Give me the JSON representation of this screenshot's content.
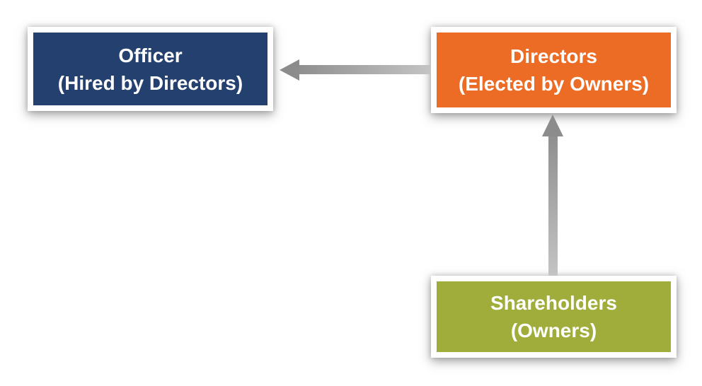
{
  "diagram": {
    "type": "flow-diagram",
    "background_color": "#ffffff",
    "node_border_color": "#ffffff",
    "node_text_color": "#ffffff",
    "arrow_color": "#8c8c8c",
    "nodes": [
      {
        "id": "officer",
        "title": "Officer",
        "subtitle": "(Hired by Directors)",
        "color": "#24406e",
        "position": "top-left"
      },
      {
        "id": "directors",
        "title": "Directors",
        "subtitle": "(Elected by Owners)",
        "color": "#ec6b25",
        "position": "top-right"
      },
      {
        "id": "shareholders",
        "title": "Shareholders",
        "subtitle": "(Owners)",
        "color": "#a0ad3a",
        "position": "bottom-right"
      }
    ],
    "edges": [
      {
        "from": "directors",
        "to": "officer",
        "direction": "left"
      },
      {
        "from": "shareholders",
        "to": "directors",
        "direction": "up"
      }
    ]
  }
}
